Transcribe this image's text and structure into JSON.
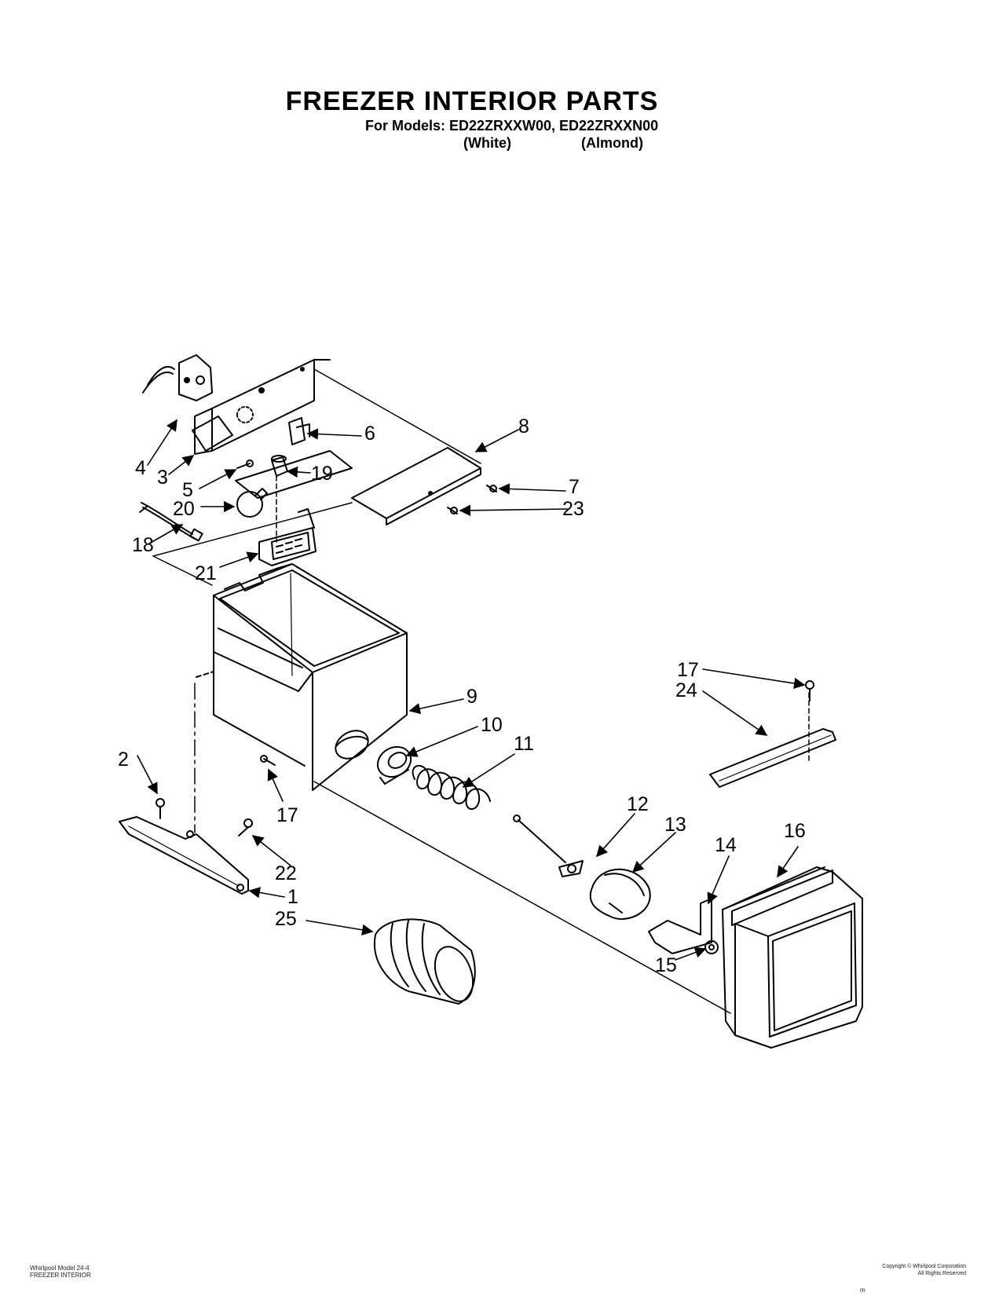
{
  "header": {
    "title": "FREEZER INTERIOR PARTS",
    "models": "For Models: ED22ZRXXW00, ED22ZRXXN00",
    "variant_1": "(White)",
    "variant_2": "(Almond)"
  },
  "callouts": {
    "c1": "1",
    "c2": "2",
    "c3": "3",
    "c4": "4",
    "c5": "5",
    "c6": "6",
    "c7": "7",
    "c8": "8",
    "c9": "9",
    "c10": "10",
    "c11": "11",
    "c12": "12",
    "c13": "13",
    "c14": "14",
    "c15": "15",
    "c16": "16",
    "c17a": "17",
    "c17b": "17",
    "c18": "18",
    "c19": "19",
    "c20": "20",
    "c21": "21",
    "c22": "22",
    "c23": "23",
    "c24": "24",
    "c25": "25"
  },
  "footer": {
    "left_1": "Whirlpool Model 24-4",
    "left_2": "FREEZER INTERIOR",
    "right_1": "Copyright © Whirlpool Corporation",
    "right_2": "All Rights Reserved",
    "mark": "m"
  }
}
